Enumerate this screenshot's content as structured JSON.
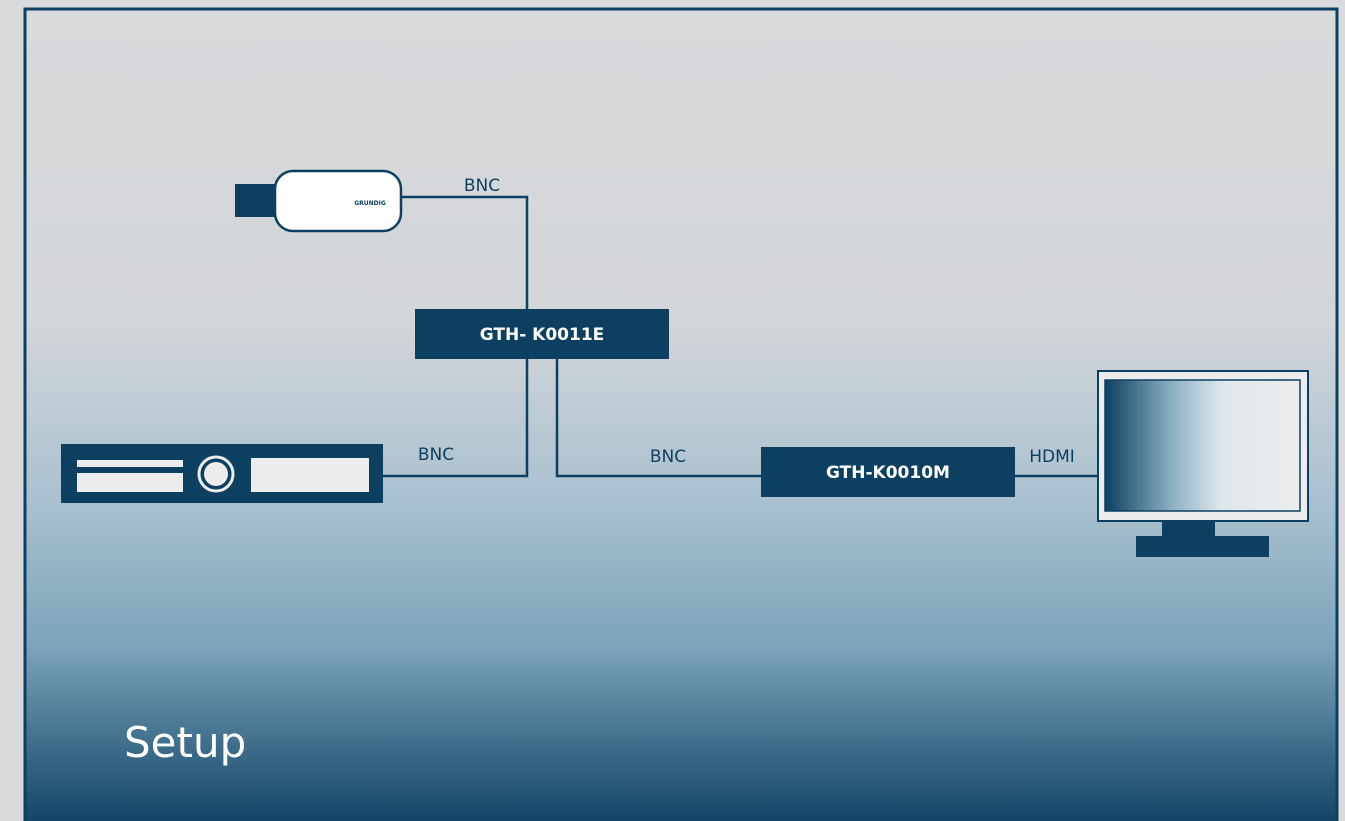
{
  "diagram": {
    "title": "Setup",
    "camera": {
      "brand": "GRUNDIG"
    },
    "encoder": {
      "label": "GTH- K0011E"
    },
    "monitor_unit": {
      "label": "GTH-K0010M"
    },
    "connections": {
      "camera_to_encoder": "BNC",
      "recorder_to_encoder": "BNC",
      "encoder_to_monitor_unit": "BNC",
      "monitor_unit_to_display": "HDMI"
    }
  },
  "colors": {
    "frame": "#0d4060",
    "device": "#0d4060",
    "background_light": "#d8d9db",
    "background_dark": "#0d4060"
  }
}
